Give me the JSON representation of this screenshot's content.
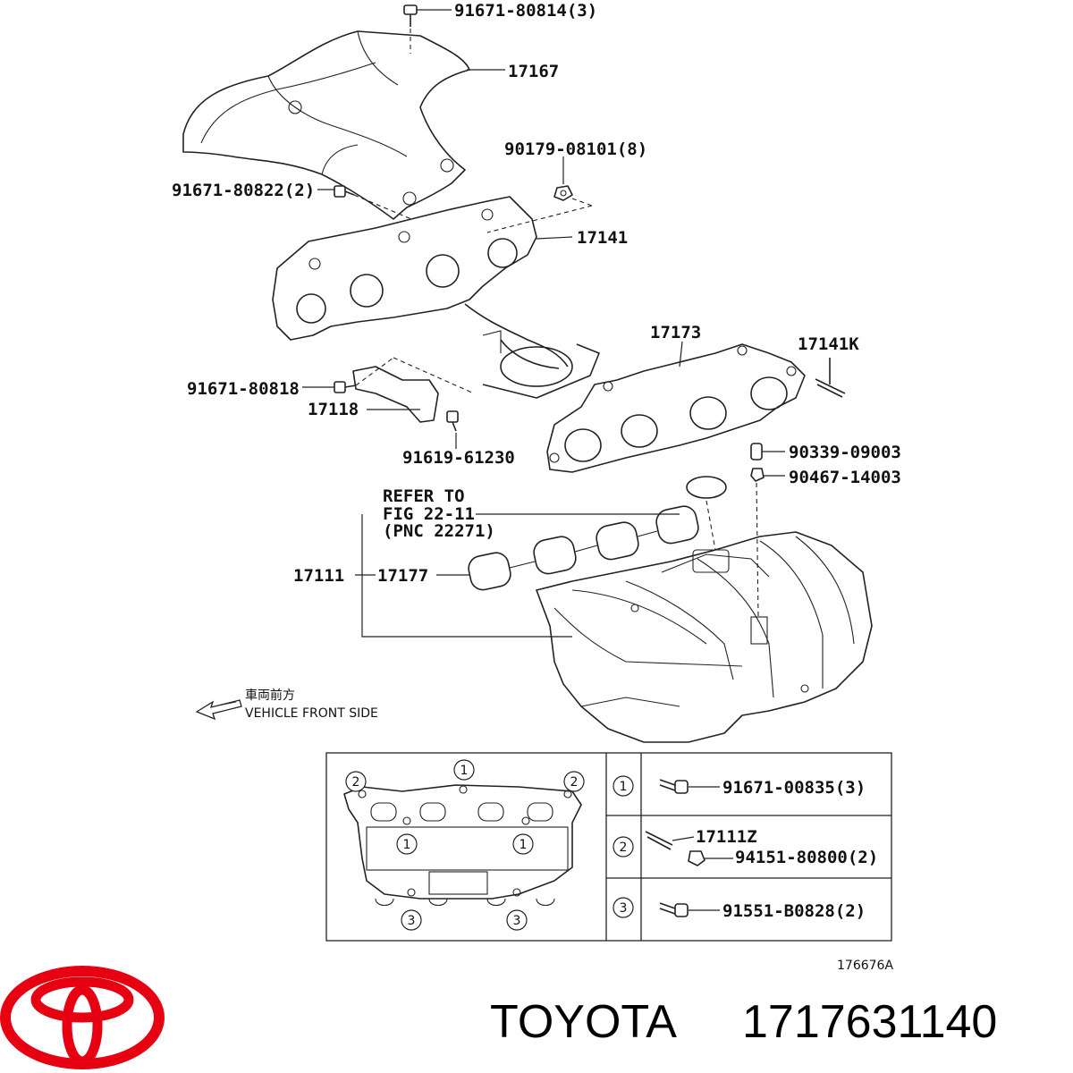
{
  "callouts": {
    "bolt_top": "91671-80814(3)",
    "heat_insulator": "17167",
    "nut_8": "90179-08101(8)",
    "bolt_side": "91671-80822(2)",
    "exhaust_manifold": "17141",
    "gasket_exhaust": "17173",
    "stud": "17141K",
    "bolt_bracket": "91671-80818",
    "bracket": "17118",
    "bolt_small": "91619-61230",
    "pin": "90339-09003",
    "nut_small": "90467-14003",
    "refer_line1": "REFER TO",
    "refer_line2": "FIG 22-11",
    "refer_line3": "(PNC 22271)",
    "intake_manifold": "17111",
    "intake_gasket": "17177"
  },
  "direction": {
    "japanese": "車両前方",
    "english": "VEHICLE FRONT SIDE"
  },
  "legend_table": {
    "markers": [
      "1",
      "2",
      "3"
    ],
    "rows": [
      {
        "marker": "1",
        "parts": [
          "91671-00835(3)"
        ]
      },
      {
        "marker": "2",
        "parts": [
          "17111Z",
          "94151-80800(2)"
        ]
      },
      {
        "marker": "3",
        "parts": [
          "91551-B0828(2)"
        ]
      }
    ]
  },
  "figure_id": "176676A",
  "brand": {
    "name": "TOYOTA",
    "part_number": "1717631140",
    "logo_color": "#e60012"
  }
}
